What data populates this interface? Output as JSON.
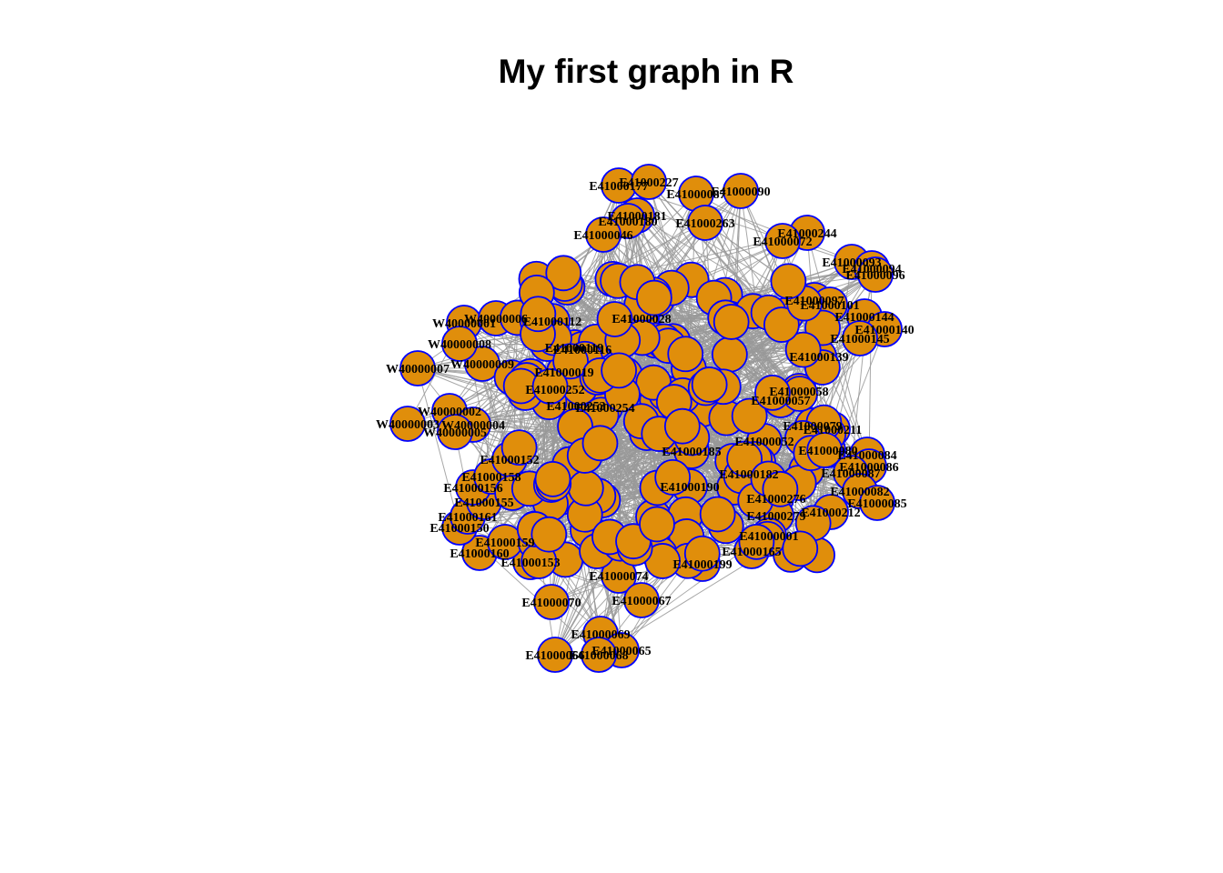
{
  "title": "My first graph in R",
  "style": {
    "vertex_fill": "#E08E0B",
    "vertex_stroke": "#0000FF",
    "edge_color": "#999999",
    "background": "#FFFFFF"
  },
  "nodes": [
    "E41000177",
    "E41000227",
    "E41000087",
    "E41000090",
    "E41000181",
    "E41000180",
    "E41000046",
    "E41000263",
    "E41000244",
    "E41000072",
    "E41000093",
    "E41000094",
    "E41000096",
    "E41000097",
    "E41000101",
    "E41000144",
    "E41000140",
    "E41000145",
    "E41000139",
    "E41000112",
    "E41000119",
    "E41000252",
    "E41000253",
    "E41000254",
    "E41000058",
    "E41000057",
    "E41000079",
    "E41000211",
    "E41000052",
    "E41000080",
    "E41000084",
    "E41000086",
    "E41000087",
    "E41000082",
    "E41000085",
    "E41000212",
    "E41000182",
    "E41000185",
    "E41000190",
    "E41000276",
    "E41000279",
    "E41000001",
    "E41000165",
    "E41000199",
    "E41000074",
    "E41000067",
    "E41000070",
    "E41000069",
    "E41000065",
    "E41000066",
    "E41000068",
    "E41000153",
    "E41000160",
    "E41000159",
    "E41000150",
    "E41000161",
    "E41000155",
    "E41000156",
    "E41000158",
    "E41000152",
    "W40000007",
    "W40000002",
    "W40000003",
    "W40000004",
    "W40000009",
    "W40000001",
    "W40000006",
    "W40000008",
    "W40000005",
    "E41000019",
    "E41000116",
    "E41000028"
  ]
}
